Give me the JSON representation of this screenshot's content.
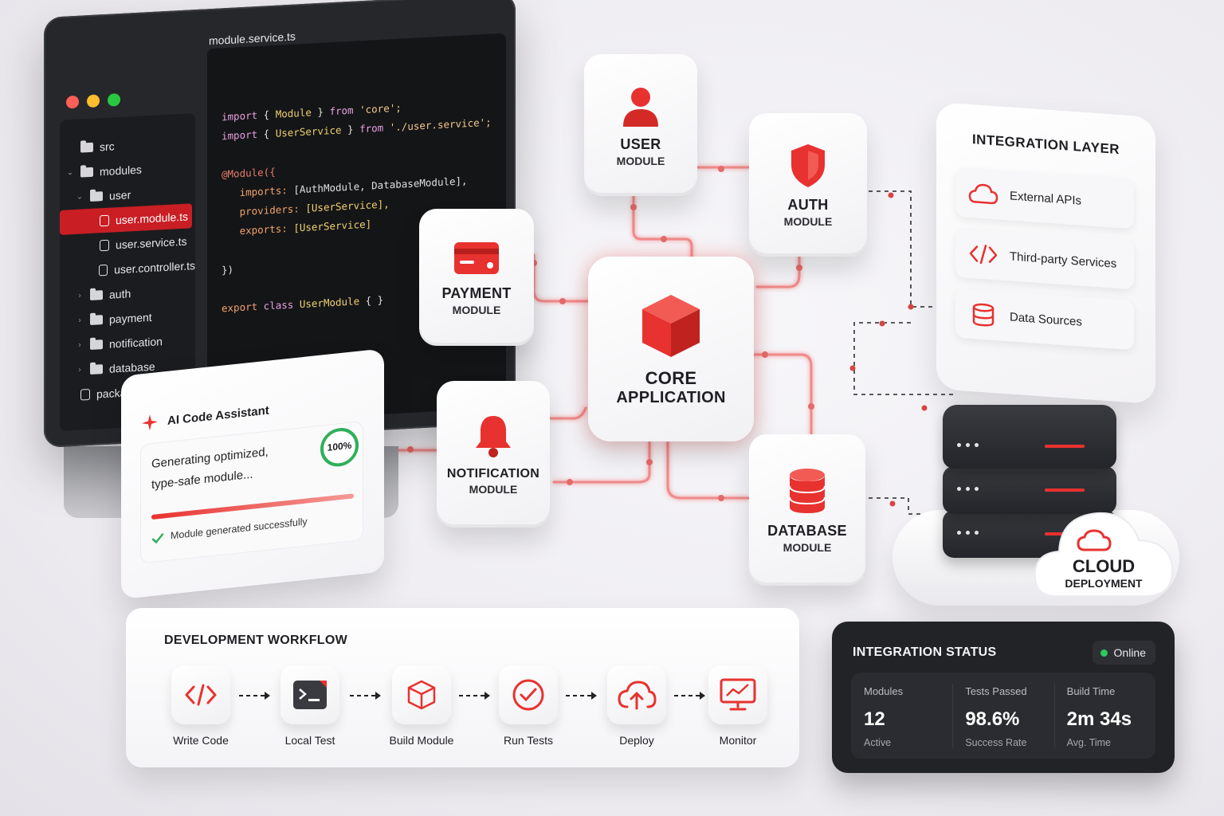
{
  "editor": {
    "tab": "module.service.ts",
    "tree": [
      {
        "label": "src",
        "kind": "folder",
        "depth": 0,
        "chev": ""
      },
      {
        "label": "modules",
        "kind": "folder",
        "depth": 0,
        "chev": "v"
      },
      {
        "label": "user",
        "kind": "folder",
        "depth": 1,
        "chev": "v"
      },
      {
        "label": "user.module.ts",
        "kind": "file",
        "depth": 2,
        "chev": "",
        "active": true
      },
      {
        "label": "user.service.ts",
        "kind": "file",
        "depth": 2,
        "chev": ""
      },
      {
        "label": "user.controller.ts",
        "kind": "file",
        "depth": 2,
        "chev": ""
      },
      {
        "label": "auth",
        "kind": "folder",
        "depth": 1,
        "chev": ">"
      },
      {
        "label": "payment",
        "kind": "folder",
        "depth": 1,
        "chev": ">"
      },
      {
        "label": "notification",
        "kind": "folder",
        "depth": 1,
        "chev": ">"
      },
      {
        "label": "database",
        "kind": "folder",
        "depth": 1,
        "chev": ">"
      },
      {
        "label": "package.json",
        "kind": "file",
        "depth": 0,
        "chev": ""
      }
    ],
    "code": {
      "l1_import": "import",
      "l1_open": " { ",
      "l1_name": "Module",
      "l1_close": " } ",
      "l1_from": "from",
      "l1_src": " 'core';",
      "l2_import": "import",
      "l2_open": " { ",
      "l2_name": "UserService",
      "l2_close": " } ",
      "l2_from": "from",
      "l2_src": " './user.service';",
      "l3_dec": "@Module({",
      "l4_key": "imports:",
      "l4_val": " [AuthModule, DatabaseModule],",
      "l5_key": "providers:",
      "l5_val": " [UserService],",
      "l6_key": "exports:",
      "l6_val": " [UserService]",
      "l7": "})",
      "l8_export": "export",
      "l8_class": " class ",
      "l8_name": "UserModule",
      "l8_body": " { }"
    }
  },
  "modules": {
    "user": {
      "title": "USER",
      "sub": "MODULE"
    },
    "auth": {
      "title": "AUTH",
      "sub": "MODULE"
    },
    "payment": {
      "title": "PAYMENT",
      "sub": "MODULE"
    },
    "core": {
      "title": "CORE",
      "sub": "APPLICATION"
    },
    "notification": {
      "title": "NOTIFICATION",
      "sub": "MODULE"
    },
    "database": {
      "title": "DATABASE",
      "sub": "MODULE"
    }
  },
  "integration": {
    "title": "INTEGRATION LAYER",
    "items": [
      {
        "label": "External APIs",
        "icon": "cloud-icon"
      },
      {
        "label": "Third-party Services",
        "icon": "code-icon"
      },
      {
        "label": "Data Sources",
        "icon": "database-icon"
      }
    ]
  },
  "cloud": {
    "title": "CLOUD",
    "sub": "DEPLOYMENT"
  },
  "assistant": {
    "title": "AI Code Assistant",
    "message_line1": "Generating optimized,",
    "message_line2": "type-safe module...",
    "progress": 100,
    "progress_label": "100%",
    "status": "Module generated successfully"
  },
  "workflow": {
    "title": "DEVELOPMENT WORKFLOW",
    "steps": [
      {
        "label": "Write Code",
        "icon": "code-icon"
      },
      {
        "label": "Local Test",
        "icon": "terminal-icon"
      },
      {
        "label": "Build Module",
        "icon": "cube-icon"
      },
      {
        "label": "Run Tests",
        "icon": "check-circle-icon"
      },
      {
        "label": "Deploy",
        "icon": "cloud-upload-icon"
      },
      {
        "label": "Monitor",
        "icon": "monitor-chart-icon"
      }
    ]
  },
  "status": {
    "title": "INTEGRATION STATUS",
    "badge": "Online",
    "metrics": [
      {
        "label": "Modules",
        "value": "12",
        "sub": "Active"
      },
      {
        "label": "Tests Passed",
        "value": "98.6%",
        "sub": "Success Rate"
      },
      {
        "label": "Build Time",
        "value": "2m 34s",
        "sub": "Avg. Time"
      }
    ]
  },
  "colors": {
    "accent": "#e8322f",
    "dark": "#222327",
    "online": "#2ec95c"
  }
}
